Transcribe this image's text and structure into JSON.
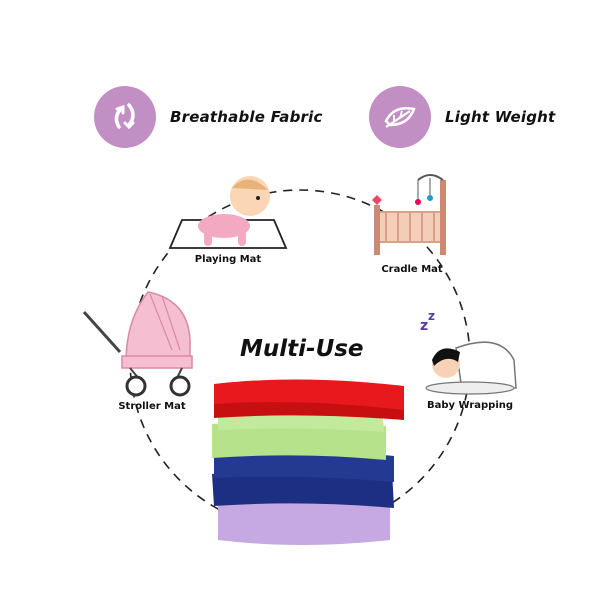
{
  "features": [
    {
      "label": "Breathable Fabric",
      "icon": "airflow-icon"
    },
    {
      "label": "Light Weight",
      "icon": "feather-icon"
    }
  ],
  "title": "Multi-Use",
  "uses": [
    {
      "label": "Playing Mat",
      "icon": "crawling-baby-icon"
    },
    {
      "label": "Cradle Mat",
      "icon": "crib-icon"
    },
    {
      "label": "Baby Wrapping",
      "icon": "sleeping-baby-icon"
    },
    {
      "label": "Stroller Mat",
      "icon": "stroller-icon"
    }
  ],
  "fabric_colors": [
    "#e8191c",
    "#b6e28c",
    "#1c2f82",
    "#c6a9e3"
  ],
  "colors": {
    "badge": "#c28fc4"
  }
}
